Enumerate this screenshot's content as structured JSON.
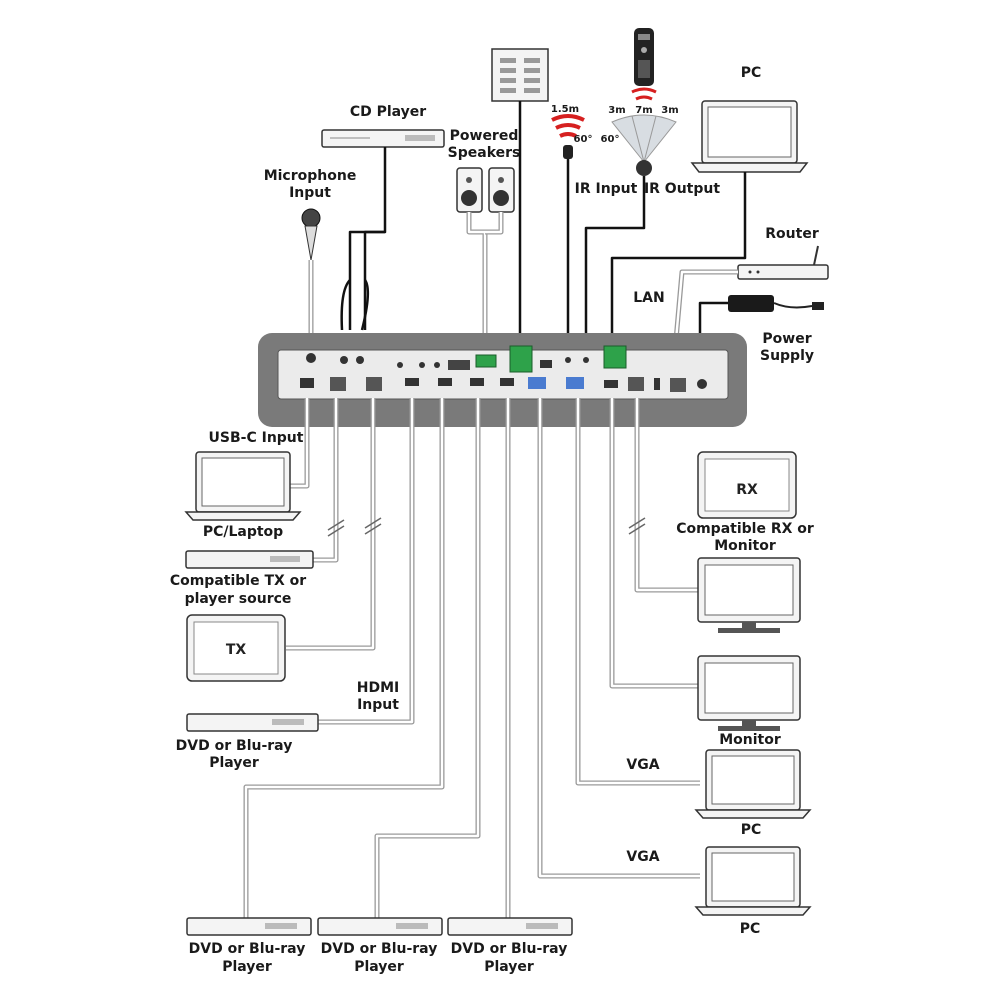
{
  "labels": {
    "cd_player": "CD Player",
    "microphone_l1": "Microphone",
    "microphone_l2": "Input",
    "powered_l1": "Powered",
    "powered_l2": "Speakers",
    "ir_input": "IR Input",
    "ir_output": "IR Output",
    "pc_top": "PC",
    "router": "Router",
    "lan": "LAN",
    "power_l1": "Power",
    "power_l2": "Supply",
    "usbc_input": "USB-C Input",
    "pc_laptop": "PC/Laptop",
    "compat_tx_l1": "Compatible TX or",
    "compat_tx_l2": "player source",
    "tx_box": "TX",
    "hdmi_l1": "HDMI",
    "hdmi_l2": "Input",
    "dvd_left_l1": "DVD or Blu-ray",
    "dvd_left_l2": "Player",
    "dvd_b1_l1": "DVD or Blu-ray",
    "dvd_b1_l2": "Player",
    "dvd_b2_l1": "DVD or Blu-ray",
    "dvd_b2_l2": "Player",
    "dvd_b3_l1": "DVD or Blu-ray",
    "dvd_b3_l2": "Player",
    "rx_box": "RX",
    "compat_rx_l1": "Compatible RX or",
    "compat_rx_l2": "Monitor",
    "monitor": "Monitor",
    "vga_1": "VGA",
    "pc_right_1": "PC",
    "vga_2": "VGA",
    "pc_right_2": "PC",
    "ir_rx_dist": "1.5m",
    "ir_rx_angle": "60°",
    "ir_tx_left": "3m",
    "ir_tx_mid": "7m",
    "ir_tx_right": "3m",
    "ir_tx_angle": "60°"
  },
  "icons": {
    "remote": "remote-control-icon",
    "keypad": "wall-keypad-icon",
    "microphone": "microphone-icon"
  },
  "colors": {
    "cable": "#9a9a9a",
    "device_body": "#7a7a7a",
    "port_green": "#2ea24a",
    "ir_red": "#d62020"
  }
}
